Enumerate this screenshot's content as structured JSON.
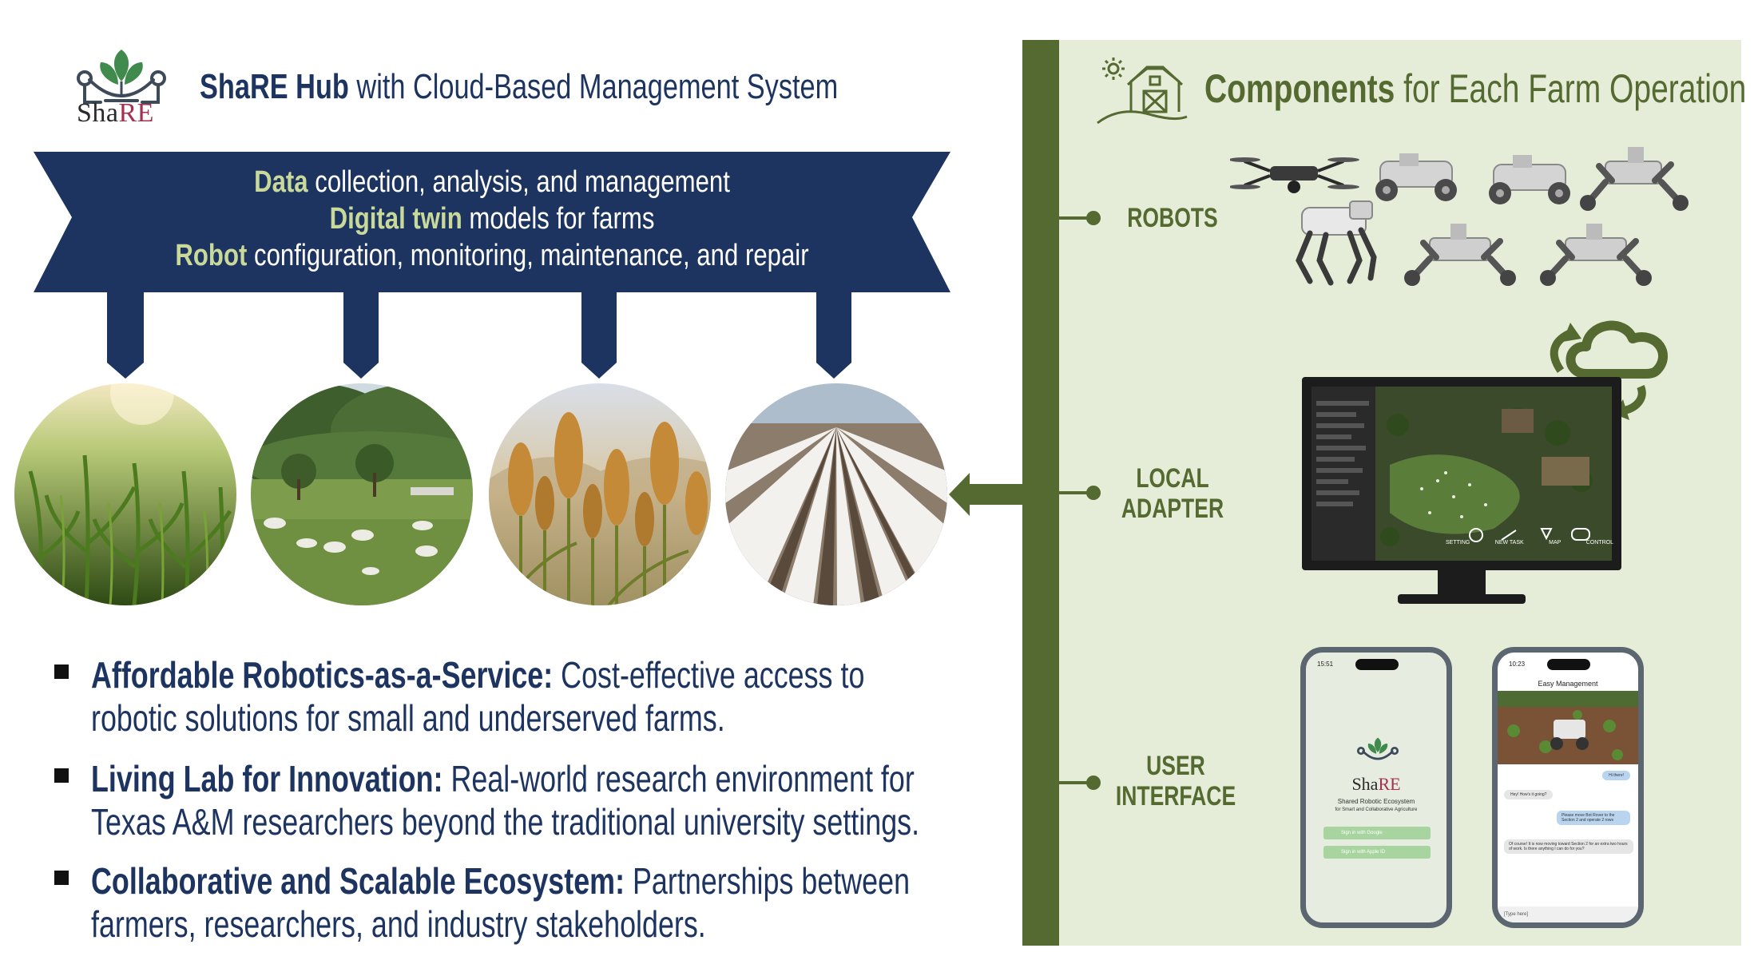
{
  "logo": {
    "name_prefix": "Sha",
    "name_suffix": "RE"
  },
  "header": {
    "title_bold": "ShaRE Hub",
    "title_rest": " with Cloud-Based Management System"
  },
  "banner": {
    "lines": [
      {
        "highlight": "Data",
        "rest": " collection, analysis, and management"
      },
      {
        "highlight": "Digital twin",
        "rest": " models for farms"
      },
      {
        "highlight": "Robot",
        "rest": " configuration, monitoring, maintenance, and repair"
      }
    ]
  },
  "bullets": [
    {
      "lead": "Affordable Robotics-as-a-Service:",
      "rest": " Cost-effective access to robotic solutions for small and underserved farms."
    },
    {
      "lead": "Living Lab for Innovation:",
      "rest": " Real-world research environment for Texas A&M researchers beyond the traditional university settings."
    },
    {
      "lead": "Collaborative and Scalable Ecosystem:",
      "rest": " Partnerships between farmers, researchers, and industry stakeholders."
    }
  ],
  "components": {
    "title_bold": "Components",
    "title_rest": " for Each Farm Operation",
    "robots_label": "ROBOTS",
    "local_label_1": "LOCAL",
    "local_label_2": "ADAPTER",
    "ui_label_1": "USER",
    "ui_label_2": "INTERFACE"
  },
  "monitor": {
    "menu": [
      "SETTING",
      "NEW TASK",
      "MAP",
      "CONTROL"
    ]
  },
  "phone_left": {
    "time": "15:51",
    "brand_prefix": "Sha",
    "brand_suffix": "RE",
    "subtitle_1": "Shared Robotic Ecosystem",
    "subtitle_2": "for Smart and Collaborative Agriculture",
    "google_button": "Sign in with Google",
    "apple_button": "Sign in with Apple ID"
  },
  "phone_right": {
    "time": "10:23",
    "header": "Easy Management",
    "msg_1": "Hi there!",
    "msg_2": "Hey! How's it going?",
    "msg_3": "Please move Bot Rover to the Section 2 and operate 2 rows",
    "msg_4": "Of course! It is now moving toward Section 2 for an extra two hours of work. Is there anything I can do for you?",
    "input_placeholder": "[Type here]"
  },
  "colors": {
    "navy": "#1d3461",
    "olive": "#556a30",
    "light_green_bg": "#e5ecd8",
    "highlight_green": "#c8d99a",
    "brand_red": "#a3314f"
  }
}
